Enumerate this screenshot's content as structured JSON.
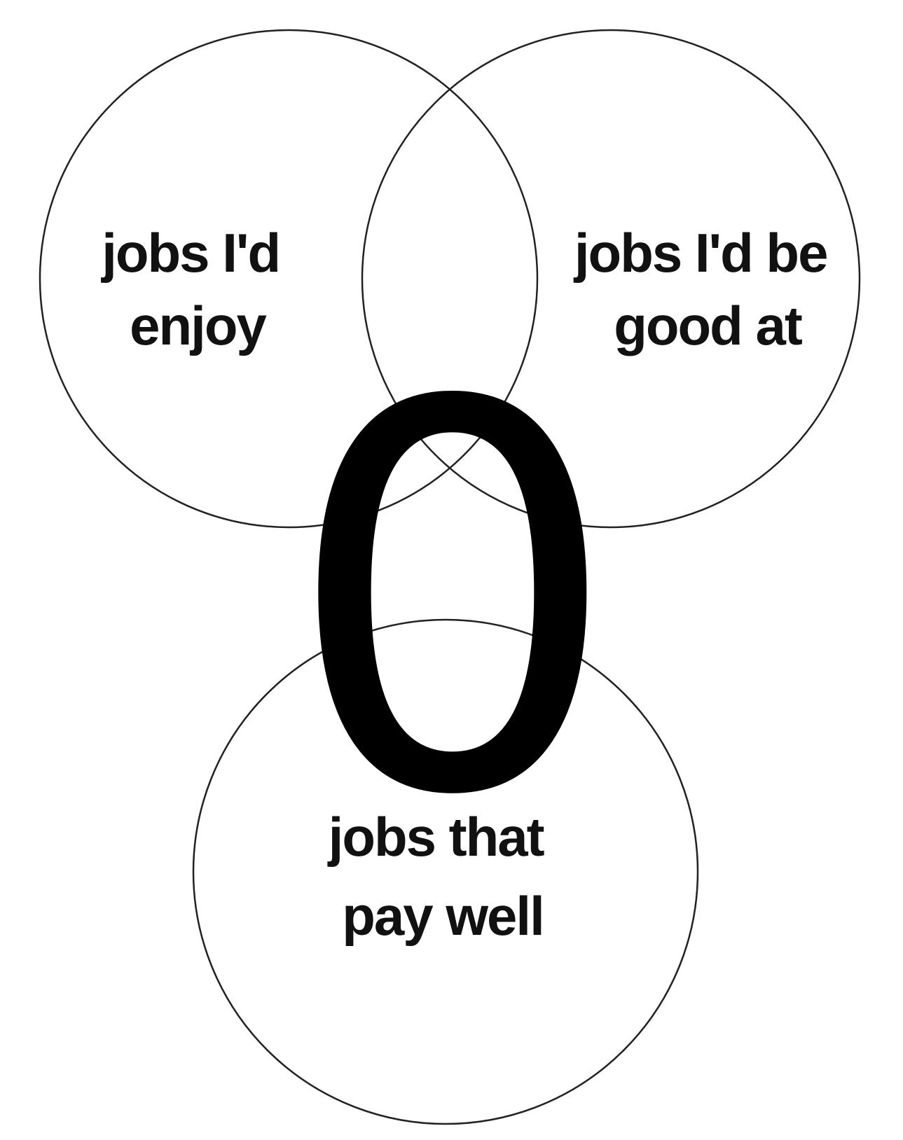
{
  "diagram": {
    "sets": [
      {
        "id": "enjoy",
        "label_lines": [
          "jobs I'd",
          "enjoy"
        ]
      },
      {
        "id": "good_at",
        "label_lines": [
          "jobs I'd be",
          "good at"
        ]
      },
      {
        "id": "pay_well",
        "label_lines": [
          "jobs that",
          "pay well"
        ]
      }
    ],
    "center_symbol": "0",
    "colors": {
      "background": "#ffffff",
      "circle_stroke": "#222222",
      "text": "#111111",
      "center_symbol": "#000000"
    }
  }
}
